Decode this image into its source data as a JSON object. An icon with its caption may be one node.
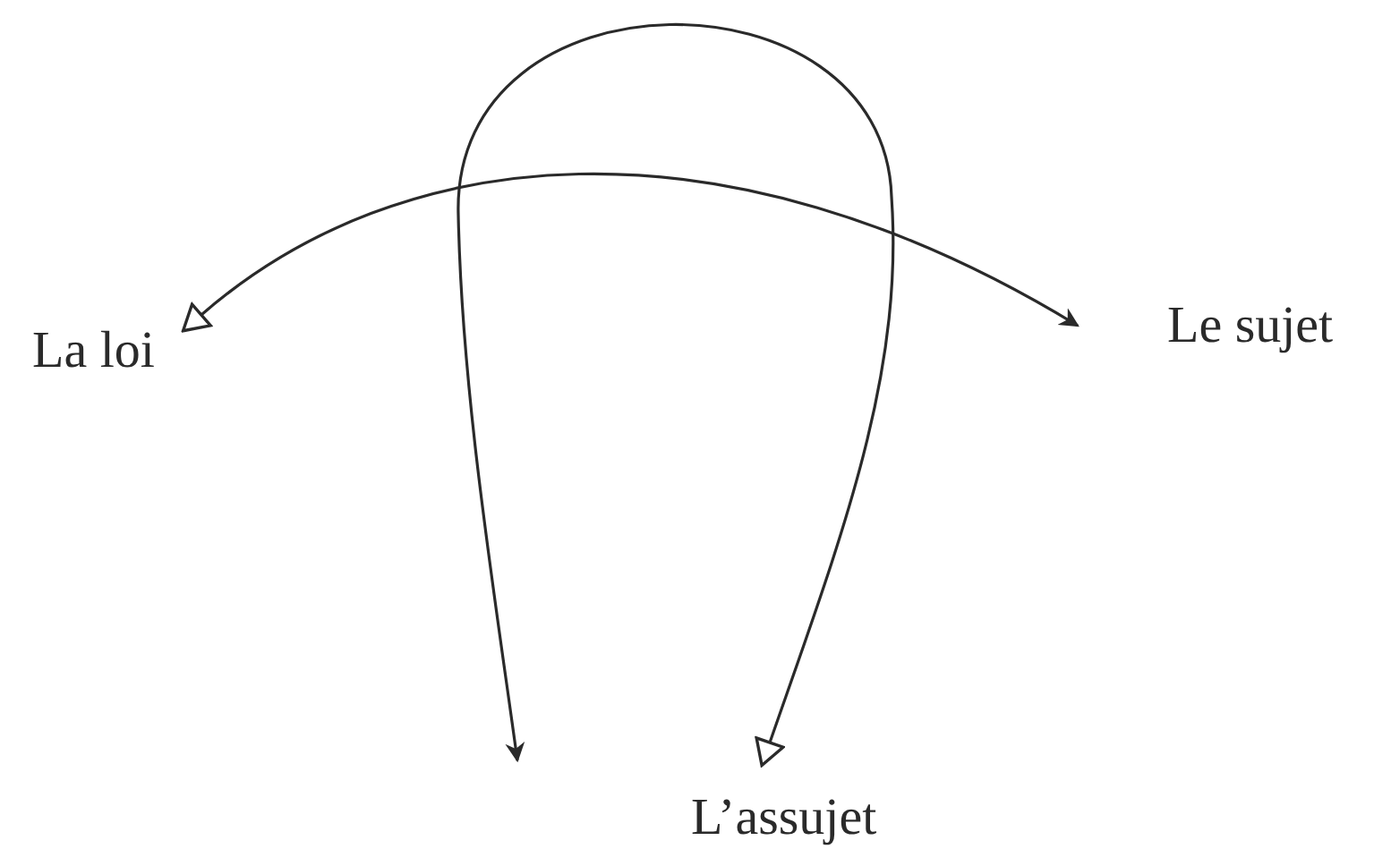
{
  "diagram": {
    "nodes": [
      {
        "text": [
          "La loi"
        ]
      },
      {
        "text": [
          "Le sujet"
        ]
      },
      {
        "text": [
          "L’assujet"
        ]
      }
    ],
    "edges": [
      {
        "from": 0,
        "to": 1,
        "arrow": "both"
      },
      {
        "from": 2,
        "to": null,
        "arrow": "both"
      }
    ]
  }
}
